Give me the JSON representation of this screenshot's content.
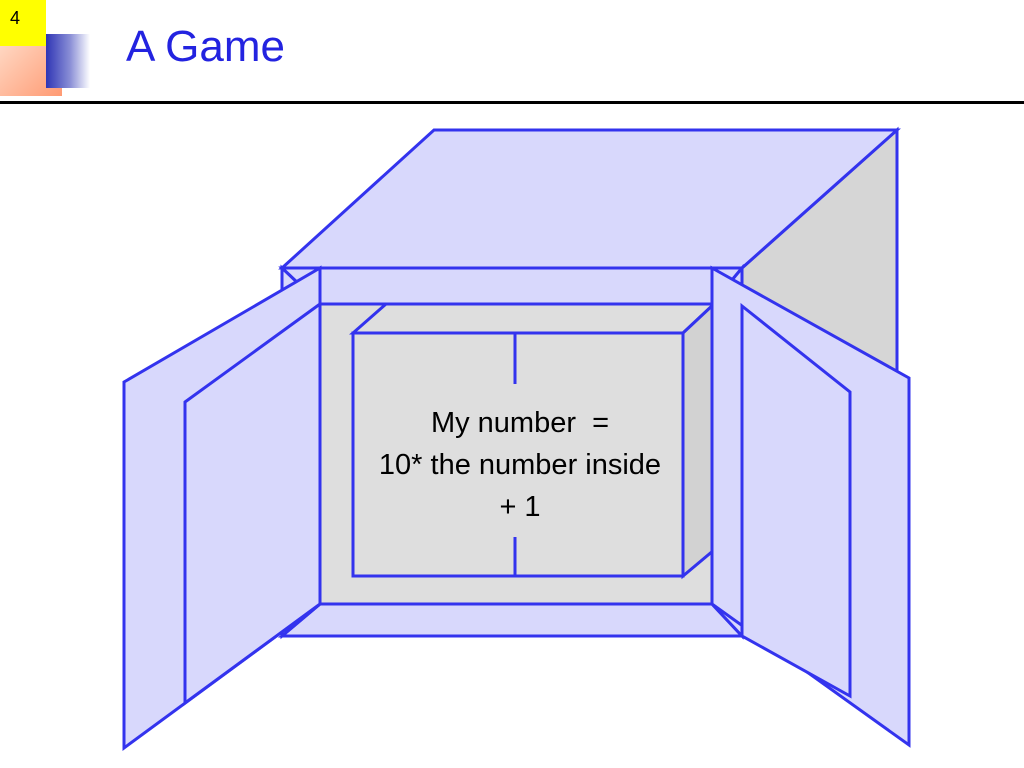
{
  "slide": {
    "number": "4",
    "title": "A Game"
  },
  "diagram": {
    "box_label": {
      "line1": "My number  =",
      "line2": "10* the number inside",
      "line3": "+ 1"
    }
  },
  "colors": {
    "title": "#2323e0",
    "stroke": "#3333ee",
    "panel_fill": "#d8d8fc",
    "interior_fill": "#dedede",
    "slide_number_bg": "#ffff00"
  }
}
